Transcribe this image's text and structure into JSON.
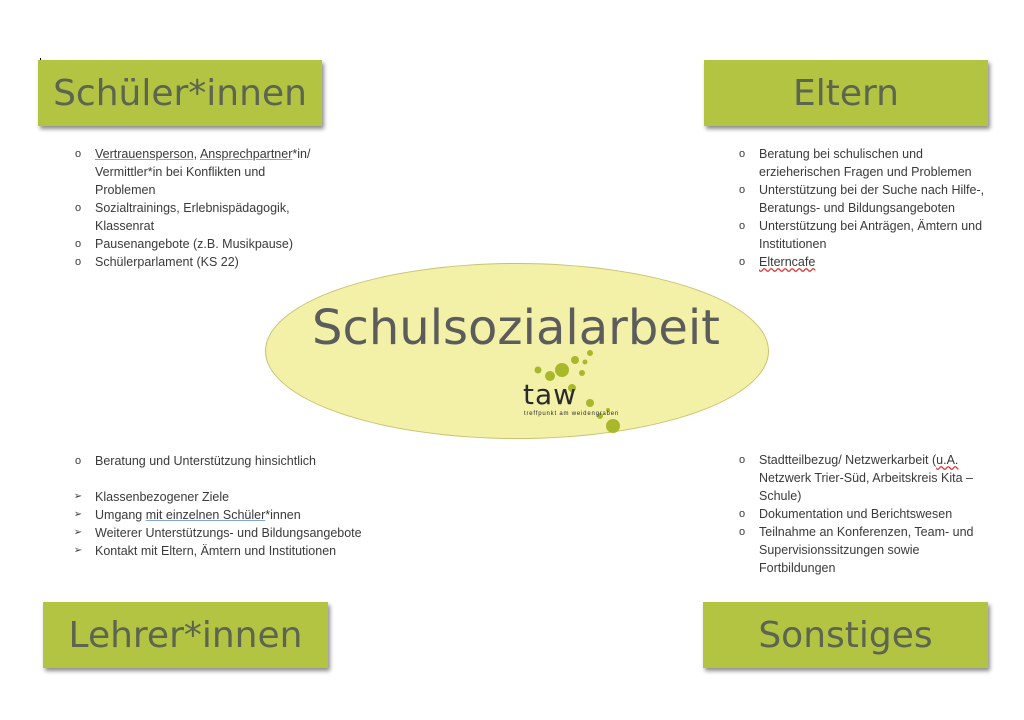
{
  "center": {
    "title": "Schulsozialarbeit",
    "logo": {
      "name": "taw",
      "tagline": "treffpunkt am weidengraben"
    }
  },
  "quadrants": {
    "schueler": {
      "heading": "Schüler*innen",
      "items": [
        {
          "p1": "Vertrauensperson,",
          "p2": "Ansprechpartner",
          "p3": "*in/ Vermittler*in bei Konflikten und Problemen"
        },
        {
          "text": "Sozialtrainings, Erlebnispädagogik, Klassenrat"
        },
        {
          "text": "Pausenangebote (z.B. Musikpause)"
        },
        {
          "text": "Schülerparlament (KS 22)"
        }
      ]
    },
    "eltern": {
      "heading": "Eltern",
      "items": [
        {
          "text": "Beratung bei schulischen und erzieherischen Fragen und Problemen"
        },
        {
          "text": "Unterstützung bei der Suche nach Hilfe-, Beratungs- und Bildungsangeboten"
        },
        {
          "text": "Unterstützung bei Anträgen, Ämtern und Institutionen"
        },
        {
          "text": "Elterncafe"
        }
      ]
    },
    "lehrer": {
      "heading": "Lehrer*innen",
      "intro": "Beratung und Unterstützung hinsichtlich",
      "items": [
        {
          "text": "Klassenbezogener Ziele"
        },
        {
          "p1": "Umgang ",
          "p2": "mit einzelnen Schüler",
          "p3": "*innen"
        },
        {
          "text": "Weiterer Unterstützungs- und Bildungsangebote"
        },
        {
          "text": "Kontakt mit Eltern, Ämtern und Institutionen"
        }
      ]
    },
    "sonstiges": {
      "heading": "Sonstiges",
      "items": [
        {
          "p1": "Stadtteilbezug/ Netzwerkarbeit (",
          "p2": "u.A.",
          "p3": " Netzwerk Trier-Süd, Arbeitskreis Kita – Schule)"
        },
        {
          "text": "Dokumentation und Berichtswesen"
        },
        {
          "text": "Teilnahme an Konferenzen, Team- und Supervisionssitzungen sowie Fortbildungen"
        }
      ]
    }
  },
  "colors": {
    "box_fill": "#b3c443",
    "box_text": "#5d6450",
    "ellipse_fill": "#f3f1a8",
    "logo_dots": "#a8b82a"
  },
  "icons": {
    "round_bullet": "hollow-circle-icon",
    "arrow_bullet": "arrowhead-icon"
  }
}
